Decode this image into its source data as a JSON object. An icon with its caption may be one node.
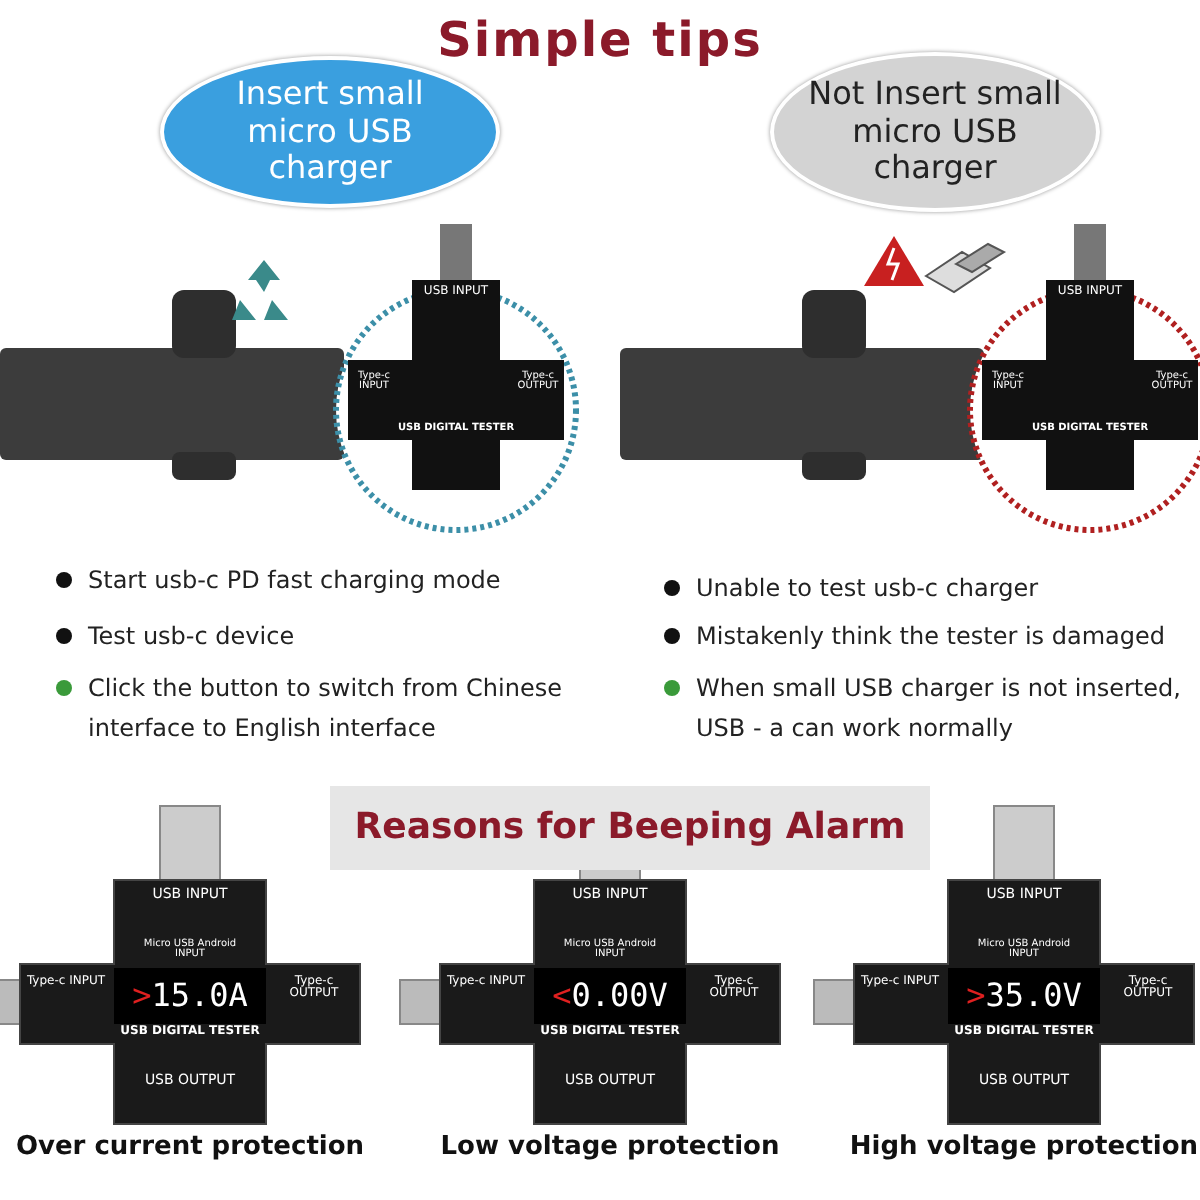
{
  "diagram": {
    "title": "Simple tips",
    "nodes": [
      {
        "text": [
          "Insert small micro USB charger"
        ]
      },
      {
        "text": [
          "Not Insert small micro USB charger"
        ]
      }
    ],
    "edges": [],
    "labels": [
      "Start usb-c PD fast charging mode",
      "Unable to test usb-c charger",
      "Test usb-c device",
      "Mistakenly think the tester is damaged",
      "Click the button to switch from Chinese interface to English interface",
      "When small USB charger is not inserted, USB - a can work normally",
      "USB INPUT",
      "Type-c INPUT",
      "Type-c OUTPUT",
      "USB DIGITAL TESTER",
      "USB INPUT",
      "Type-c INPUT",
      "Type-c OUTPUT",
      "USB DIGITAL TESTER",
      "Reasons for Beeping Alarm",
      "USB INPUT",
      "Micro USB Android INPUT",
      "Type-c INPUT",
      ">15.0A",
      "Type-c OUTPUT",
      "USB DIGITAL TESTER",
      "USB OUTPUT",
      "USB INPUT",
      "Micro USB Android INPUT",
      "Type-c INPUT",
      "<0.00V",
      "Type-c OUTPUT",
      "USB DIGITAL TESTER",
      "USB OUTPUT",
      "USB INPUT",
      "Micro USB Android INPUT",
      "Type-c INPUT",
      ">35.0V",
      "Type-c OUTPUT",
      "USB DIGITAL TESTER",
      "USB OUTPUT",
      "Over current protection",
      "Low voltage protection",
      "High voltage protection"
    ]
  }
}
